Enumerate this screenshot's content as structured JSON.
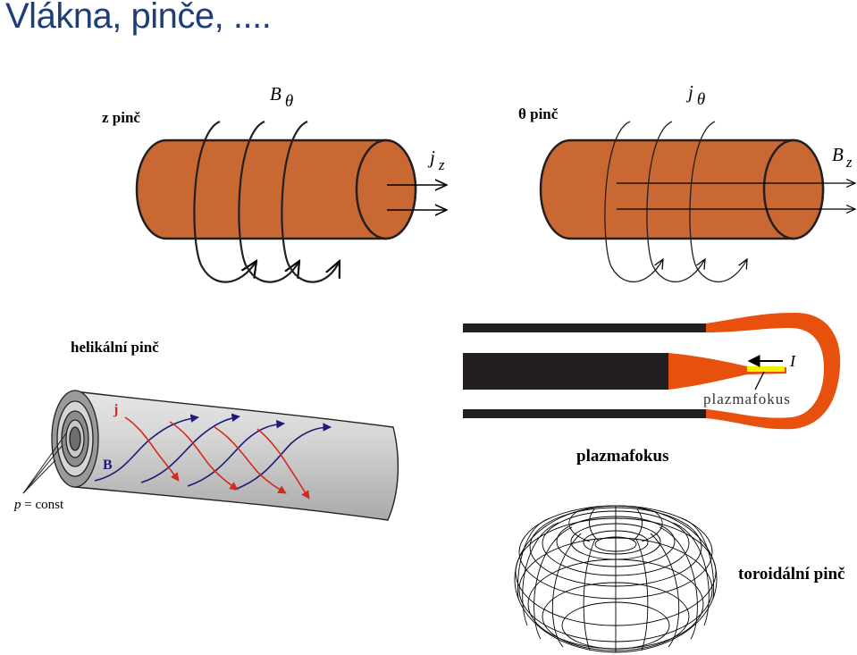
{
  "title": "Vlákna, pinče, ....",
  "z_pinch": {
    "label": "z pinč",
    "field_symbol": "B",
    "field_sub": "θ",
    "current_symbol": "j",
    "current_sub": "z"
  },
  "theta_pinch": {
    "label": "θ pinč",
    "current_symbol": "j",
    "current_sub": "θ",
    "field_symbol": "B",
    "field_sub": "z"
  },
  "helical_pinch": {
    "label": "helikální pinč",
    "j_label": "j",
    "b_label": "B",
    "pressure_label_p": "p",
    "pressure_label_rest": " = const"
  },
  "plasma_focus": {
    "caption": "plazmafokus",
    "inner_label": "plazmafokus",
    "current_label": "I"
  },
  "toroidal_pinch": {
    "label": "toroidální pinč"
  },
  "colors": {
    "title": "#1f3e78",
    "plasma_cylinder": "#c96832",
    "electrode": "#231f20",
    "plasma_focus": "#e8500e",
    "helix_blue": "#1e1a7a",
    "helix_red": "#d42a1e",
    "tube_gray": "#c7c7c7",
    "focus_spot": "#f4f200"
  }
}
